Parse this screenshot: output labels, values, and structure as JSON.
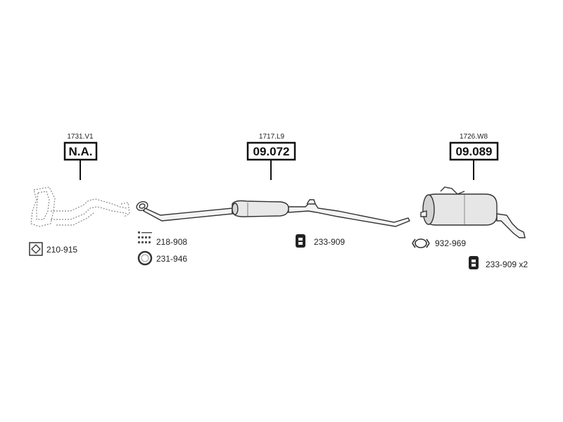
{
  "groups": [
    {
      "code": "1731.V1",
      "number": "N.A."
    },
    {
      "code": "1717.L9",
      "number": "09.072"
    },
    {
      "code": "1726.W8",
      "number": "09.089"
    }
  ],
  "parts": {
    "gasket_flat": "210-915",
    "bolt_kit": "218-908",
    "ring_gasket": "231-946",
    "rubber_mount_center": "233-909",
    "clamp": "932-969",
    "rubber_mount_rear": "233-909 x2"
  }
}
